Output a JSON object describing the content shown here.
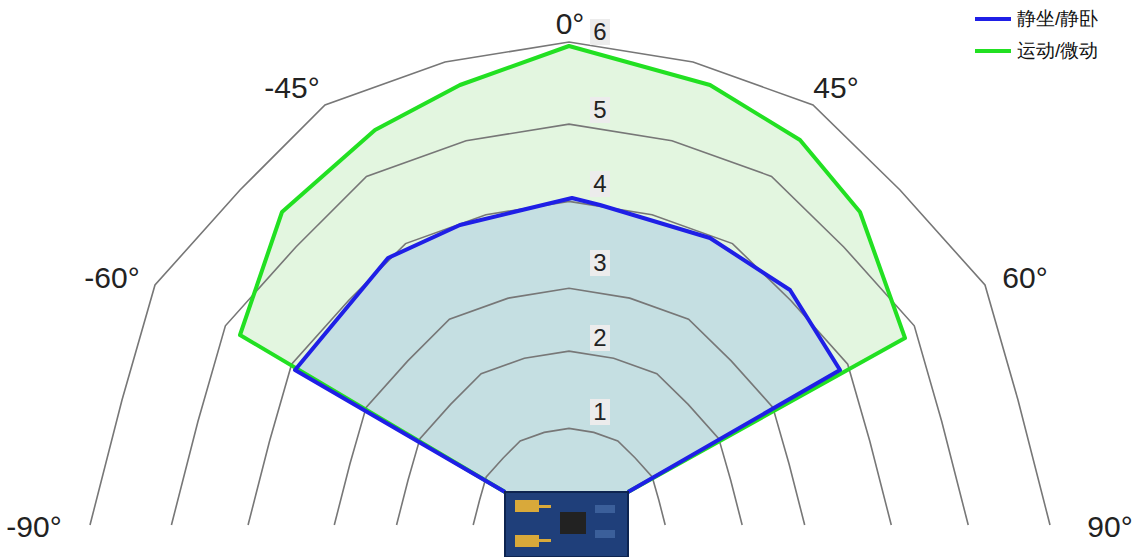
{
  "diagram": {
    "labels": [
      "0°",
      "-45°",
      "45°",
      "-60°",
      "60°",
      "-90°",
      "90°",
      "1",
      "2",
      "3",
      "4",
      "5",
      "6"
    ],
    "legend": [
      {
        "text": "静坐/静卧",
        "color": "#1f1fe6"
      },
      {
        "text": "运动/微动",
        "color": "#22e022"
      }
    ]
  }
}
